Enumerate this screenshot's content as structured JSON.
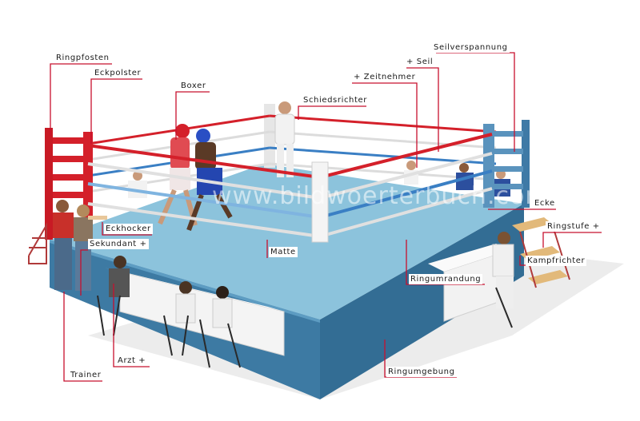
{
  "watermark": "www.bildwoerterbuch.com",
  "colors": {
    "leader": "#c8102e",
    "mat": "#8cc3dc",
    "skirt": "#3d7aa3",
    "corner_red": "#d4202a",
    "corner_blue": "#4f8dba",
    "rope_red": "#d4202a",
    "rope_white": "#dcdcdc",
    "rope_blue": "#3a7fc4"
  },
  "labels": {
    "ringpfosten": "Ringpfosten",
    "eckpolster": "Eckpolster",
    "boxer": "Boxer",
    "schiedsrichter": "Schiedsrichter",
    "zeitnehmer": "+ Zeitnehmer",
    "seil": "+ Seil",
    "seilverspannung": "Seilverspannung",
    "ecke": "Ecke",
    "eckhocker": "Eckhocker",
    "sekundant": "Sekundant +",
    "matte": "Matte",
    "ringstufe": "Ringstufe +",
    "kampfrichter": "Kampfrichter",
    "ringumrandung": "Ringumrandung",
    "arzt": "Arzt +",
    "trainer": "Trainer",
    "ringumgebung": "Ringumgebung"
  }
}
